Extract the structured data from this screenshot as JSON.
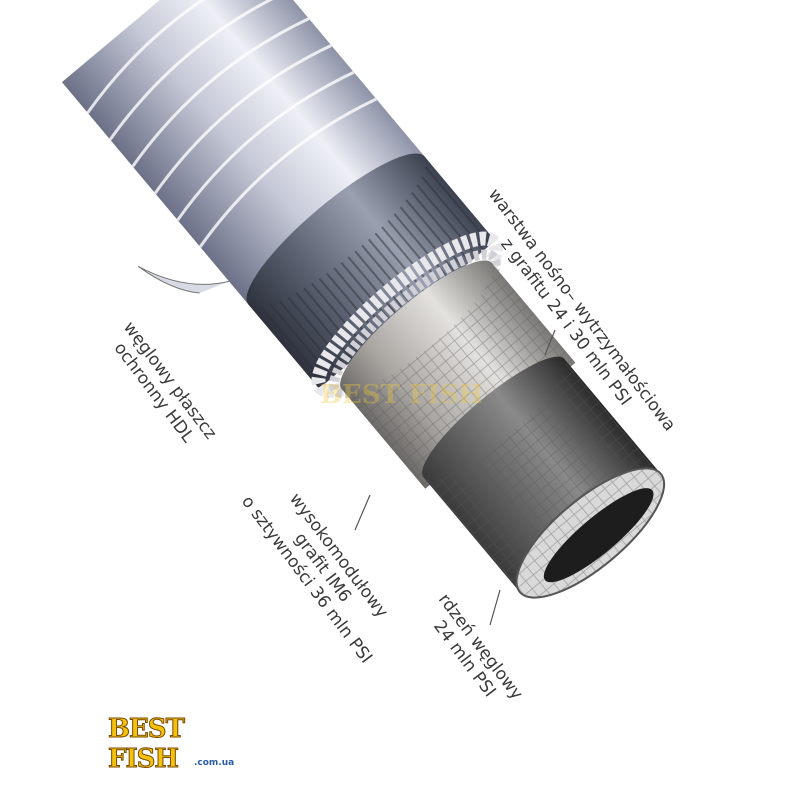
{
  "labels": {
    "outer": [
      "węglowy płaszcz",
      "ochronny HDL"
    ],
    "im6": [
      "wysokomodułowy",
      "grafit IM6",
      "o sztywności 36 mln PSI"
    ],
    "load": [
      "warstwa nośno– wytrzymałościowa",
      "z grafitu 24 i 30 mln PSI"
    ],
    "core": [
      "rdzeń węglowy",
      "24 mln PSI"
    ]
  },
  "logo": {
    "name": "BEST FISH",
    "domain": ".com.ua"
  },
  "colors": {
    "wrap": "#c9ccd8",
    "ribbed": "#6f7585",
    "mesh": "#b9b6b2",
    "core": "#4a4a4a"
  }
}
